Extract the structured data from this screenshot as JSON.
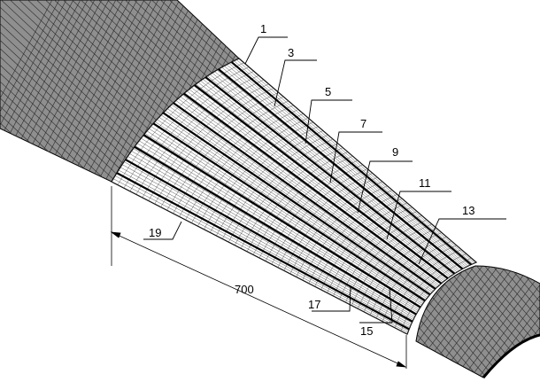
{
  "labels": {
    "l1": "1",
    "l3": "3",
    "l5": "5",
    "l7": "7",
    "l9": "9",
    "l11": "11",
    "l13": "13",
    "l15": "15",
    "l17": "17",
    "l19": "19"
  },
  "dimension": {
    "length": "700"
  },
  "colors": {
    "mesh_fill": "#8f8f8f",
    "mesh_line": "#2b2b2b",
    "cone_fill": "#ffffff",
    "line": "#000000"
  }
}
